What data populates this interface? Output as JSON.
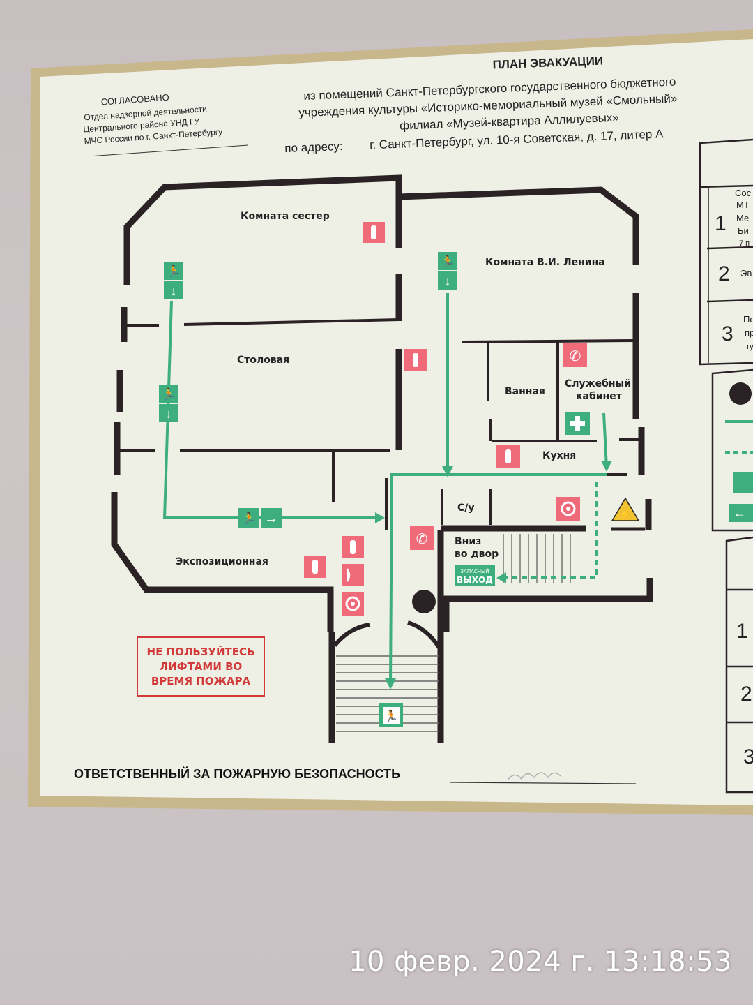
{
  "header": {
    "title": "ПЛАН ЭВАКУАЦИИ",
    "line1": "из помещений Санкт-Петербургского государственного бюджетного",
    "line2": "учреждения культуры «Историко-мемориальный музей «Смольный»",
    "line3": "филиал «Музей-квартира Аллилуевых»",
    "address_label": "по адресу:",
    "address": "г. Санкт-Петербург,  ул. 10-я Советская, д. 17, литер А"
  },
  "approval": {
    "title": "СОГЛАСОВАНО",
    "line1": "Отдел надзорной деятельности",
    "line2": "Центрального района УНД ГУ",
    "line3": "МЧС России по г. Санкт-Петербургу"
  },
  "rooms": {
    "sisters": "Комната сестер",
    "lenin": "Комната   В.И. Ленина",
    "dining": "Столовая",
    "bath": "Ванная",
    "office1": "Служебный",
    "office2": "кабинет",
    "kitchen": "Кухня",
    "wc": "С/у",
    "exhibit": "Экспозиционная",
    "down1": "Вниз",
    "down2": "во двор",
    "spare1": "ЗАПАСНЫЙ",
    "spare2": "ВЫХОД"
  },
  "notice": {
    "line1": "НЕ ПОЛЬЗУЙТЕСЬ",
    "line2": "ЛИФТАМИ ВО",
    "line3": "ВРЕМЯ ПОЖАРА"
  },
  "footer": {
    "responsible": "ОТВЕТСТВЕННЫЙ ЗА ПОЖАРНУЮ БЕЗОПАСНОСТЬ"
  },
  "legend": {
    "rows": [
      "1",
      "2",
      "3"
    ],
    "lower_rows": [
      "1",
      "2",
      "3"
    ],
    "row1_text": [
      "Сос",
      "МТ",
      "Ме",
      "Би",
      "7 п"
    ],
    "row2_text": "Эв",
    "row3_text": [
      "По",
      "пр",
      "ту"
    ]
  },
  "timestamp": "10 февр. 2024 г. 13:18:53",
  "colors": {
    "route_green": "#3fae7e",
    "fire_red": "#ef6b7a",
    "wall": "#2a2224",
    "board": "#eef0e6"
  }
}
